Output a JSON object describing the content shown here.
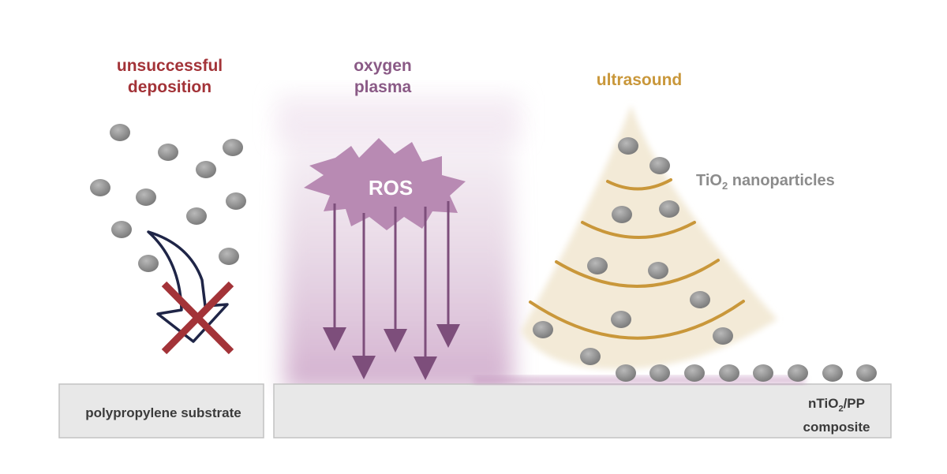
{
  "labels": {
    "unsuccessful_line1": "unsuccessful",
    "unsuccessful_line2": "deposition",
    "plasma_line1": "oxygen",
    "plasma_line2": "plasma",
    "ros": "ROS",
    "ultrasound": "ultrasound",
    "tio2_prefix": "TiO",
    "tio2_sub": "2",
    "tio2_suffix": " nanoparticles",
    "substrate": "polypropylene substrate",
    "composite_prefix": "nTiO",
    "composite_sub": "2",
    "composite_suffix": "/PP",
    "composite_line2": "composite"
  },
  "colors": {
    "failure_red": "#a33338",
    "plasma_purple": "#8a5a86",
    "plasma_glow": "#d6b3d3",
    "ros_burst": "#b88ab3",
    "ultrasound_gold": "#c9973a",
    "cone_fill": "#f3ead7",
    "particle_gray": "#8e8e8e",
    "substrate_fill": "#e8e8e8",
    "arrow_outline": "#1f2547"
  }
}
